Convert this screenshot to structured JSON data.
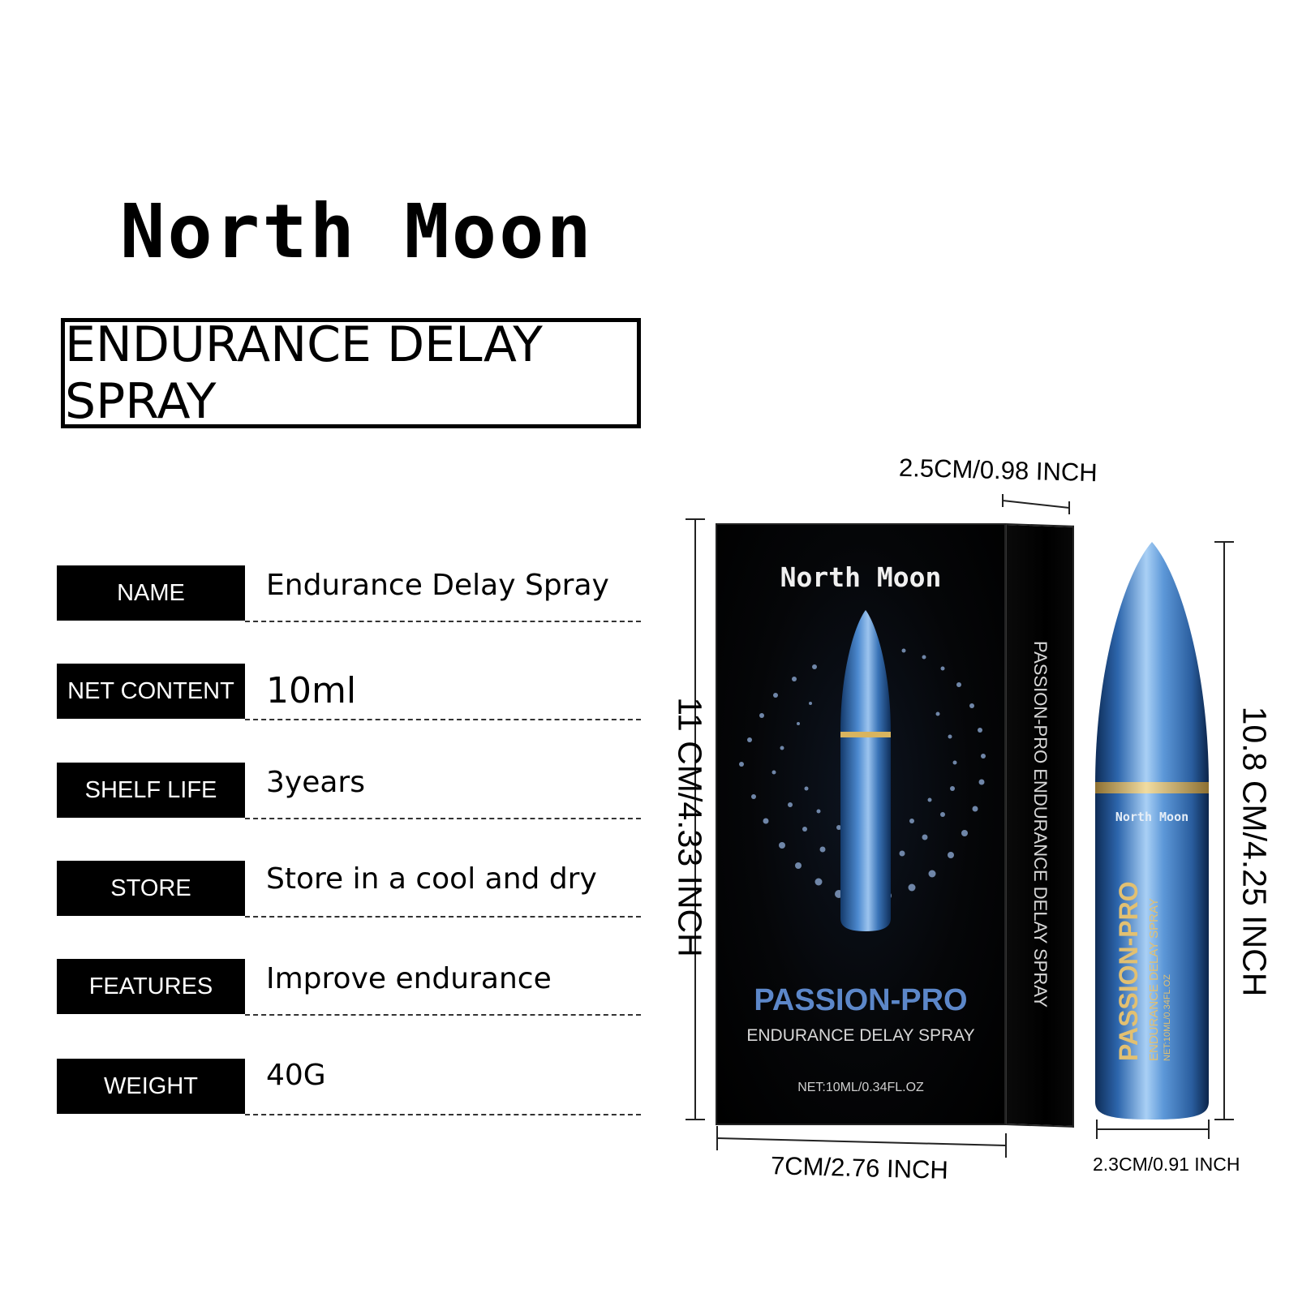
{
  "brand": "North Moon",
  "product_title": "ENDURANCE DELAY SPRAY",
  "specs": [
    {
      "label": "NAME",
      "value": "Endurance Delay Spray"
    },
    {
      "label": "NET  CONTENT",
      "value": "10ml"
    },
    {
      "label": "SHELF LIFE",
      "value": "3years"
    },
    {
      "label": "STORE",
      "value": "Store in a cool and dry"
    },
    {
      "label": "FEATURES",
      "value": "Improve endurance"
    },
    {
      "label": "WEIGHT",
      "value": "40G"
    }
  ],
  "dimensions": {
    "box_depth": "2.5CM/0.98 INCH",
    "box_height": "11 CM/4.33 INCH",
    "box_width": "7CM/2.76 INCH",
    "bottle_height": "10.8 CM/4.25 INCH",
    "bottle_width": "2.3CM/0.91 INCH"
  },
  "package": {
    "brand": "North Moon",
    "product_name": "PASSION-PRO",
    "subtitle": "ENDURANCE DELAY SPRAY",
    "net": "NET:10ML/0.34FL.OZ",
    "side_text": "PASSION-PRO ENDURANCE DELAY SPRAY"
  },
  "bottle": {
    "brand": "North Moon",
    "product_name": "PASSION-PRO",
    "subtitle": "ENDURANCE DELAY SPRAY",
    "net": "NET:10ML/0.34FL.OZ"
  },
  "colors": {
    "bottle_blue": "#2f6fb3",
    "gold": "#d9b45e",
    "box_black": "#000000",
    "passion_blue": "#5c87c9"
  }
}
